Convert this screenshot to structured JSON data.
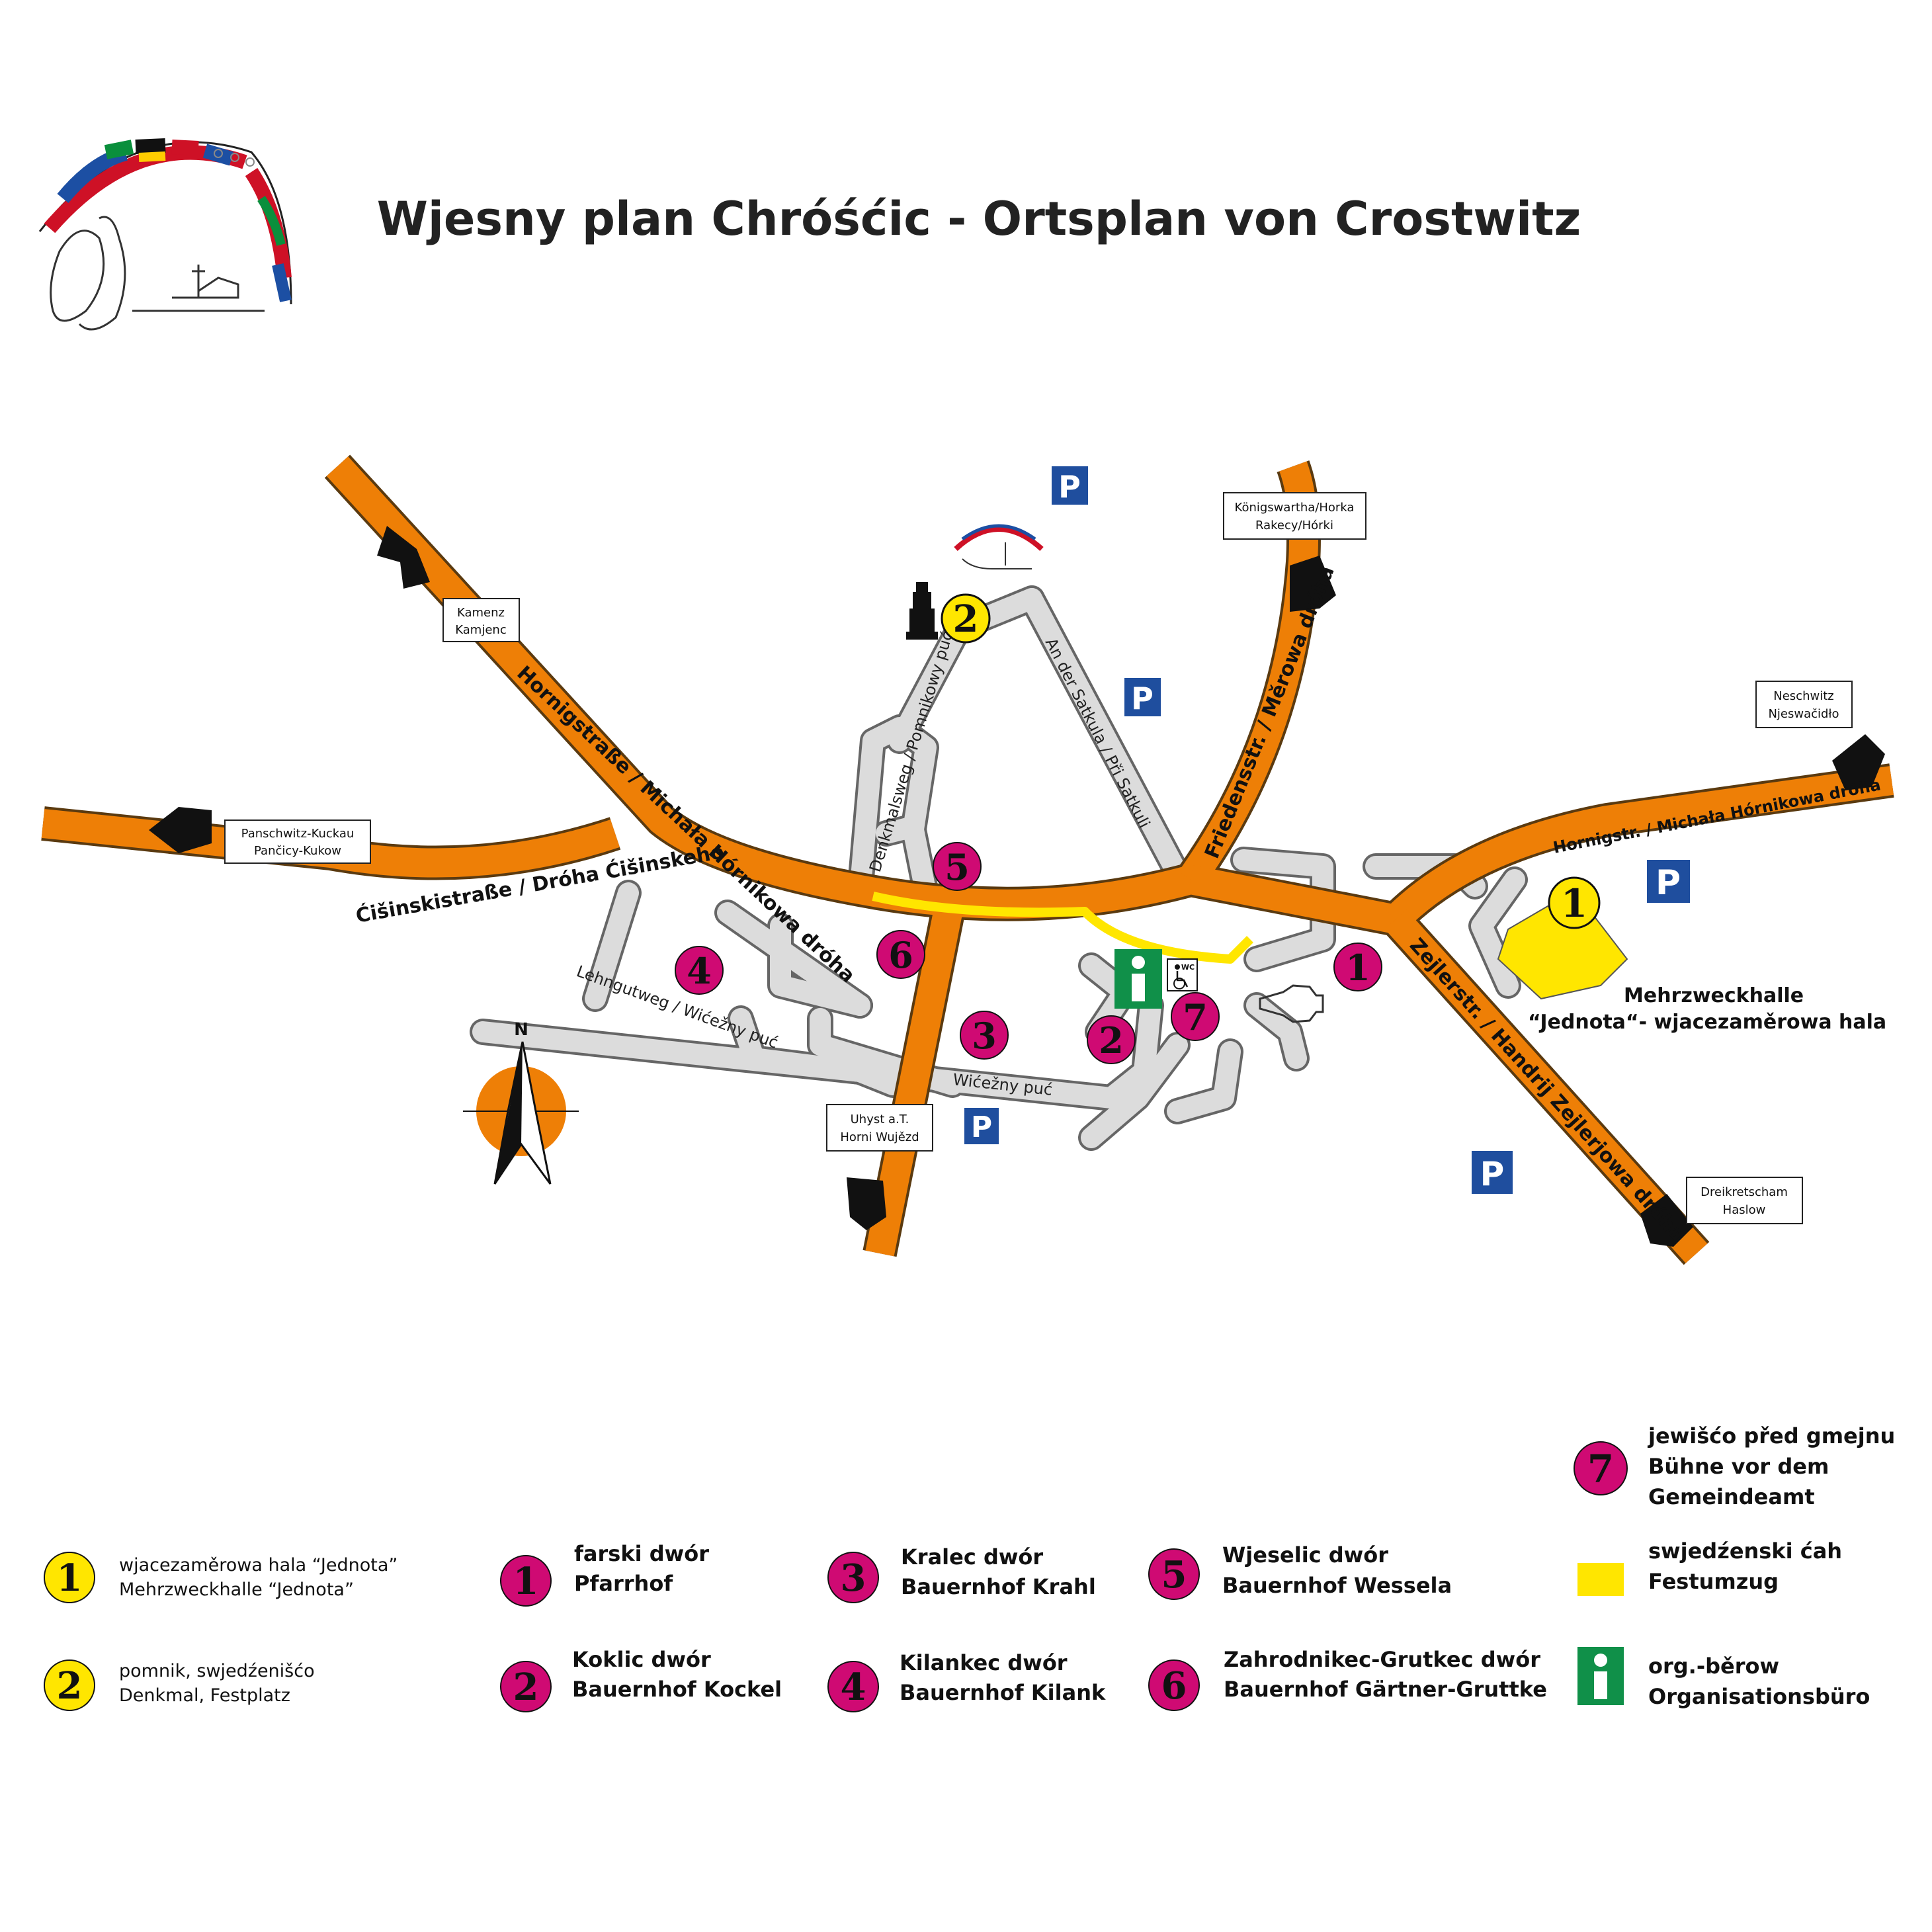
{
  "title": "Wjesny plan Chróśćic - Ortsplan von Crostwitz",
  "colors": {
    "main_road": "#ee7f06",
    "main_road_outline": "#5a3a10",
    "side_street": "#dcdcdc",
    "side_street_outline": "#666666",
    "festival_route": "#ffe600",
    "yellow_marker": "#ffe600",
    "magenta_marker": "#cf0a73",
    "parking": "#1f4e9e",
    "info": "#109049",
    "arrow": "#111111"
  },
  "roads": {
    "hornigstrasse_west": "Hornigstraße / Michała Hórnikowa dróha",
    "cisinskistrasse": "Ćišinskistraße / Dróha Ćišinskeho",
    "friedensstr": "Friedensstr. / Měrowa dróha",
    "hornigstr_east": "Hornigstr. / Michała Hórnikowa dróha",
    "zeilerstr": "Zejlerstr. / Handrij Zejlerjowa dróha",
    "denkmalsweg": "Denkmalsweg / Pomnikowy puć",
    "an_der_satkula": "An der Satkula / Při Satkuli",
    "lehngutweg": "Lehngutweg / Wićežny puć",
    "wicezny_puc": "Wićežny puć"
  },
  "destinations": {
    "kamenz": [
      "Kamenz",
      "Kamjenc"
    ],
    "konigswartha": [
      "Königswartha/Horka",
      "Rakecy/Hórki"
    ],
    "neschwitz": [
      "Neschwitz",
      "Njeswačidło"
    ],
    "panschwitz": [
      "Panschwitz-Kuckau",
      "Pančicy-Kukow"
    ],
    "uhyst": [
      "Uhyst a.T.",
      "Horni Wujězd"
    ],
    "dreikretscham": [
      "Dreikretscham",
      "Haslow"
    ]
  },
  "map_markers": {
    "m1_yellow": "1",
    "m2_yellow": "2",
    "m1": "1",
    "m2": "2",
    "m3": "3",
    "m4": "4",
    "m5": "5",
    "m6": "6",
    "m7": "7"
  },
  "hall_label": [
    "Mehrzweckhalle",
    "“Jednota“- wjacezaměrowa hala"
  ],
  "parking_symbol": "P",
  "info_symbol": "i",
  "wc_label": "WC",
  "compass_label": "N",
  "legend": {
    "y1": {
      "num": "1",
      "lines": [
        "wjacezaměrowa hala “Jednota”",
        "Mehrzweckhalle “Jednota”"
      ]
    },
    "y2": {
      "num": "2",
      "lines": [
        "pomnik, swjedźenišćo",
        "Denkmal, Festplatz"
      ]
    },
    "p1": {
      "num": "1",
      "lines": [
        "farski dwór",
        "Pfarrhof"
      ]
    },
    "p2": {
      "num": "2",
      "lines": [
        "Koklic dwór",
        "Bauernhof Kockel"
      ]
    },
    "p3": {
      "num": "3",
      "lines": [
        "Kralec dwór",
        "Bauernhof Krahl"
      ]
    },
    "p4": {
      "num": "4",
      "lines": [
        "Kilankec dwór",
        "Bauernhof Kilank"
      ]
    },
    "p5": {
      "num": "5",
      "lines": [
        "Wjeselic dwór",
        "Bauernhof Wessela"
      ]
    },
    "p6": {
      "num": "6",
      "lines": [
        "Zahrodnikec-Grutkec dwór",
        "Bauernhof Gärtner-Gruttke"
      ]
    },
    "p7": {
      "num": "7",
      "lines": [
        "jewišćo před gmejnu",
        "Bühne vor dem",
        "Gemeindeamt"
      ]
    },
    "route": {
      "lines": [
        "swjedźenski ćah",
        "Festumzug"
      ]
    },
    "info": {
      "lines": [
        "org.-běrow",
        "Organisationsbüro"
      ]
    }
  }
}
